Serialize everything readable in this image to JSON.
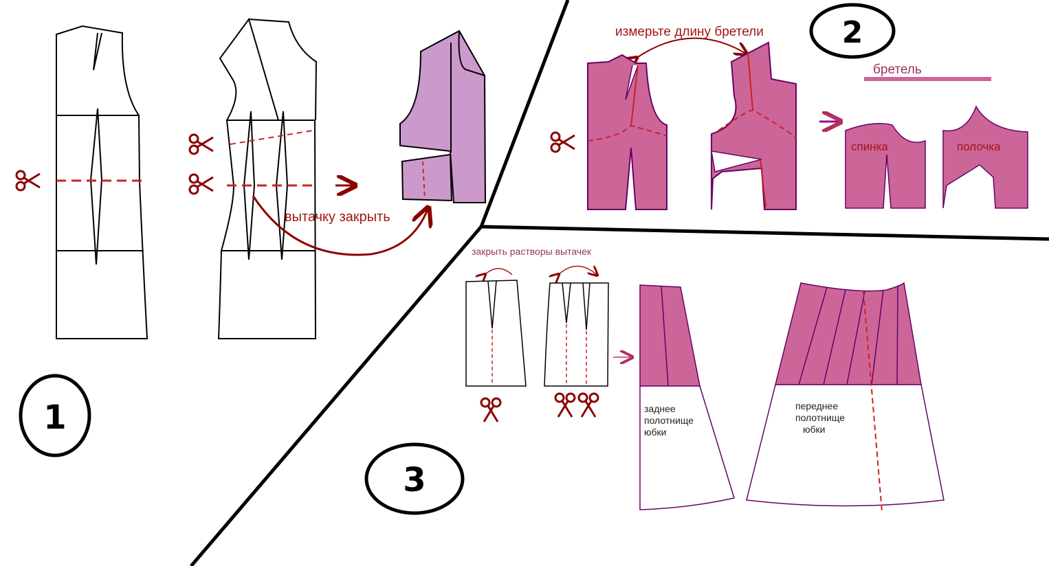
{
  "step_numbers": {
    "one": "1",
    "two": "2",
    "three": "3"
  },
  "step1": {
    "close_dart_label": "вытачку закрыть"
  },
  "step2": {
    "measure_strap_label": "измерьте длину бретели",
    "strap_label": "бретель",
    "back_label": "спинка",
    "front_label": "полочка"
  },
  "step3": {
    "close_darts_label": "закрыть растворы вытачек",
    "back_skirt_label": [
      "заднее",
      "полотнище",
      "юбки"
    ],
    "front_skirt_label": [
      "переднее",
      "полотнище",
      "юбки"
    ]
  },
  "colors": {
    "cut_line": "#cc2222",
    "arrow_dark": "#8b0000",
    "pink_fill": "#cc6699",
    "lilac_fill": "#cc99cc",
    "purple_arrow": "#990099",
    "label_red": "#a31515"
  },
  "icons": [
    "scissors-icon",
    "arrow-right-icon",
    "curved-arrow-icon"
  ]
}
